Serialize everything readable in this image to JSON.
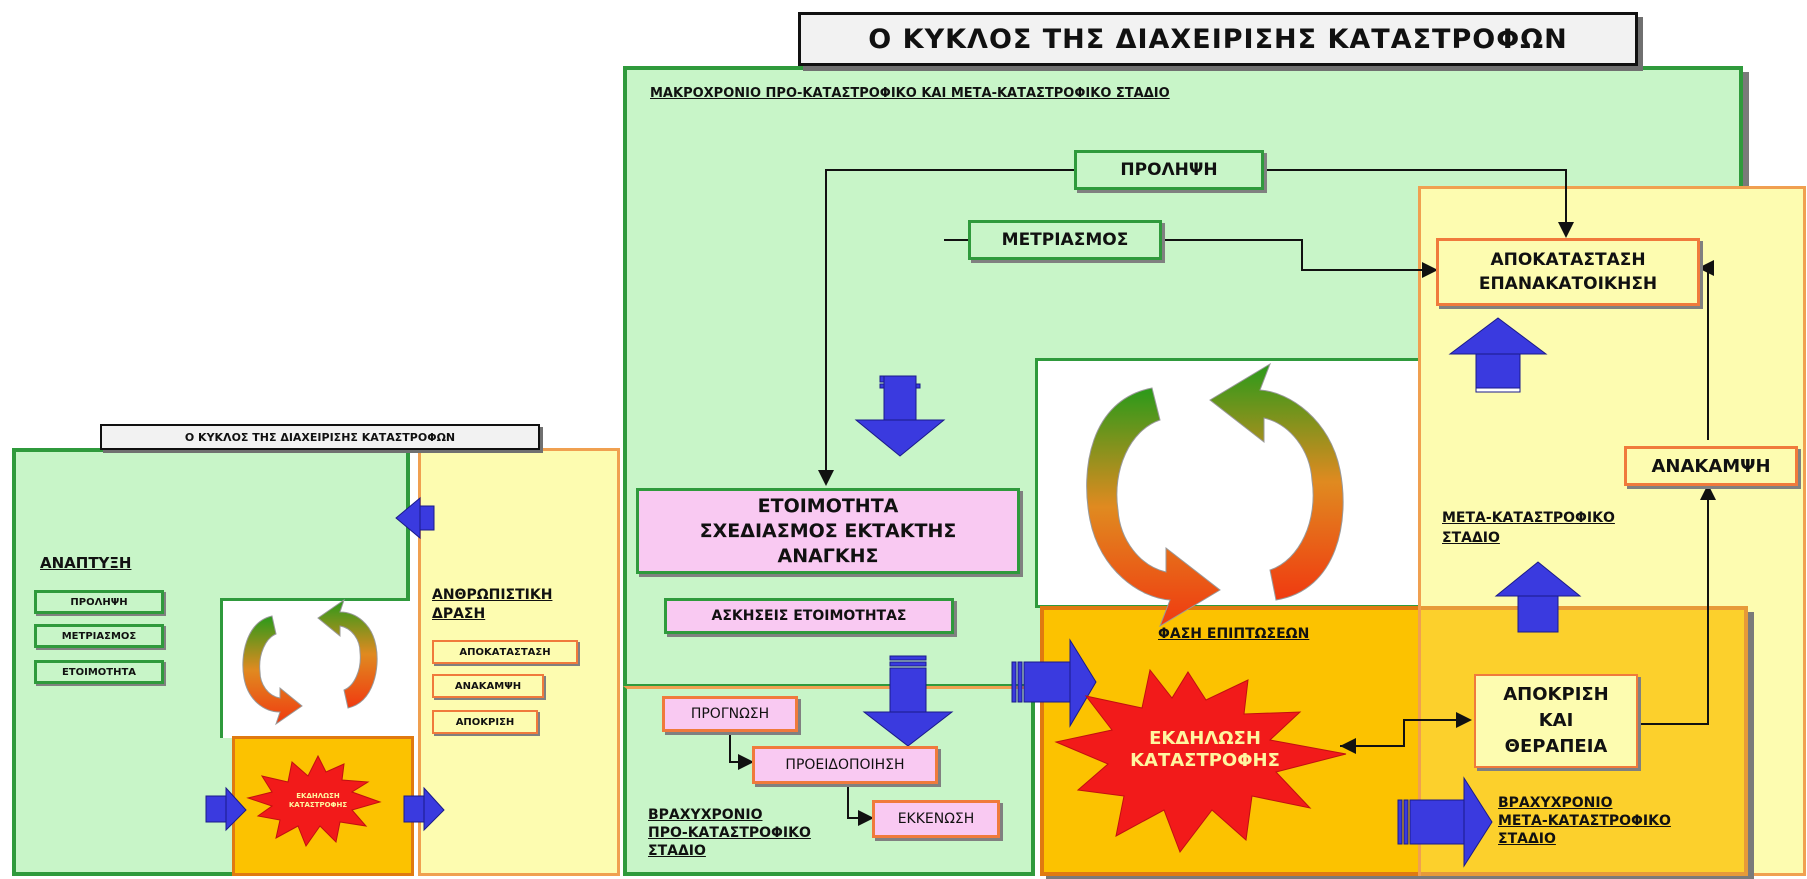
{
  "colors": {
    "green_bg": "#c8f5c8",
    "green_border": "#2f9a3c",
    "yellow_bg": "#fdfcb0",
    "orange_bg": "#fcc200",
    "pink_bg": "#f9c9f2",
    "arrow_blue": "#3a3adf",
    "burst_red": "#f21a1a"
  },
  "main": {
    "title": "Ο ΚΥΚΛΟΣ ΤΗΣ ΔΙΑΧΕΙΡΙΣΗΣ ΚΑΤΑΣΤΡΟΦΩΝ",
    "long_term_label": "ΜΑΚΡΟΧΡΟΝΙΟ ΠΡΟ-ΚΑΤΑΣΤΡΟΦΙΚΟ ΚΑΙ ΜΕΤΑ-ΚΑΤΑΣΤΡΟΦΙΚΟ ΣΤΑΔΙΟ",
    "prevention": "ΠΡΟΛΗΨΗ",
    "mitigation": "ΜΕΤΡΙΑΣΜΟΣ",
    "restoration_1": "ΑΠΟΚΑΤΑΣΤΑΣΗ",
    "restoration_2": "ΕΠΑΝΑΚΑΤΟΙΚΗΣΗ",
    "preparedness_1": "ΕΤΟΙΜΟΤΗΤΑ",
    "preparedness_2": "ΣΧΕΔΙΑΣΜΟΣ ΕΚΤΑΚΤΗΣ",
    "preparedness_3": "ΑΝΑΓΚΗΣ",
    "exercises": "ΑΣΚΗΣΕΙΣ ΕΤΟΙΜΟΤΗΤΑΣ",
    "forecast": "ΠΡΟΓΝΩΣΗ",
    "warning": "ΠΡΟΕΙΔΟΠΟΙΗΣΗ",
    "evacuation": "ΕΚΚΕΝΩΣΗ",
    "short_pre_1": "ΒΡΑΧΥΧΡΟΝΙΟ",
    "short_pre_2": "ΠΡΟ-ΚΑΤΑΣΤΡΟΦΙΚΟ",
    "short_pre_3": "ΣΤΑΔΙΟ",
    "impact_phase": "ΦΑΣΗ ΕΠΙΠΤΩΣΕΩΝ",
    "disaster_1": "ΕΚΔΗΛΩΣΗ",
    "disaster_2": "ΚΑΤΑΣΤΡΟΦΗΣ",
    "response_1": "ΑΠΟΚΡΙΣΗ",
    "response_2": "ΚΑΙ",
    "response_3": "ΘΕΡΑΠΕΙΑ",
    "recovery": "ΑΝΑΚΑΜΨΗ",
    "post_stage_1": "ΜΕΤΑ-ΚΑΤΑΣΤΡΟΦΙΚΟ",
    "post_stage_2": "ΣΤΑΔΙΟ",
    "short_post_1": "ΒΡΑΧΥΧΡΟΝΙΟ",
    "short_post_2": "ΜΕΤΑ-ΚΑΤΑΣΤΡΟΦΙΚΟ",
    "short_post_3": "ΣΤΑΔΙΟ"
  },
  "mini": {
    "title": "Ο ΚΥΚΛΟΣ ΤΗΣ ΔΙΑΧΕΙΡΙΣΗΣ ΚΑΤΑΣΤΡΟΦΩΝ",
    "development": "ΑΝΑΠΤΥΞΗ",
    "prevention": "ΠΡΟΛΗΨΗ",
    "mitigation": "ΜΕΤΡΙΑΣΜΟΣ",
    "preparedness": "ΕΤΟΙΜΟΤΗΤΑ",
    "humanitarian_1": "ΑΝΘΡΩΠΙΣΤΙΚΗ",
    "humanitarian_2": "ΔΡΑΣΗ",
    "restoration": "ΑΠΟΚΑΤΑΣΤΑΣΗ",
    "recovery": "ΑΝΑΚΑΜΨΗ",
    "response": "ΑΠΟΚΡΙΣΗ",
    "disaster_1": "ΕΚΔΗΛΩΣΗ",
    "disaster_2": "ΚΑΤΑΣΤΡΟΦΗΣ"
  }
}
